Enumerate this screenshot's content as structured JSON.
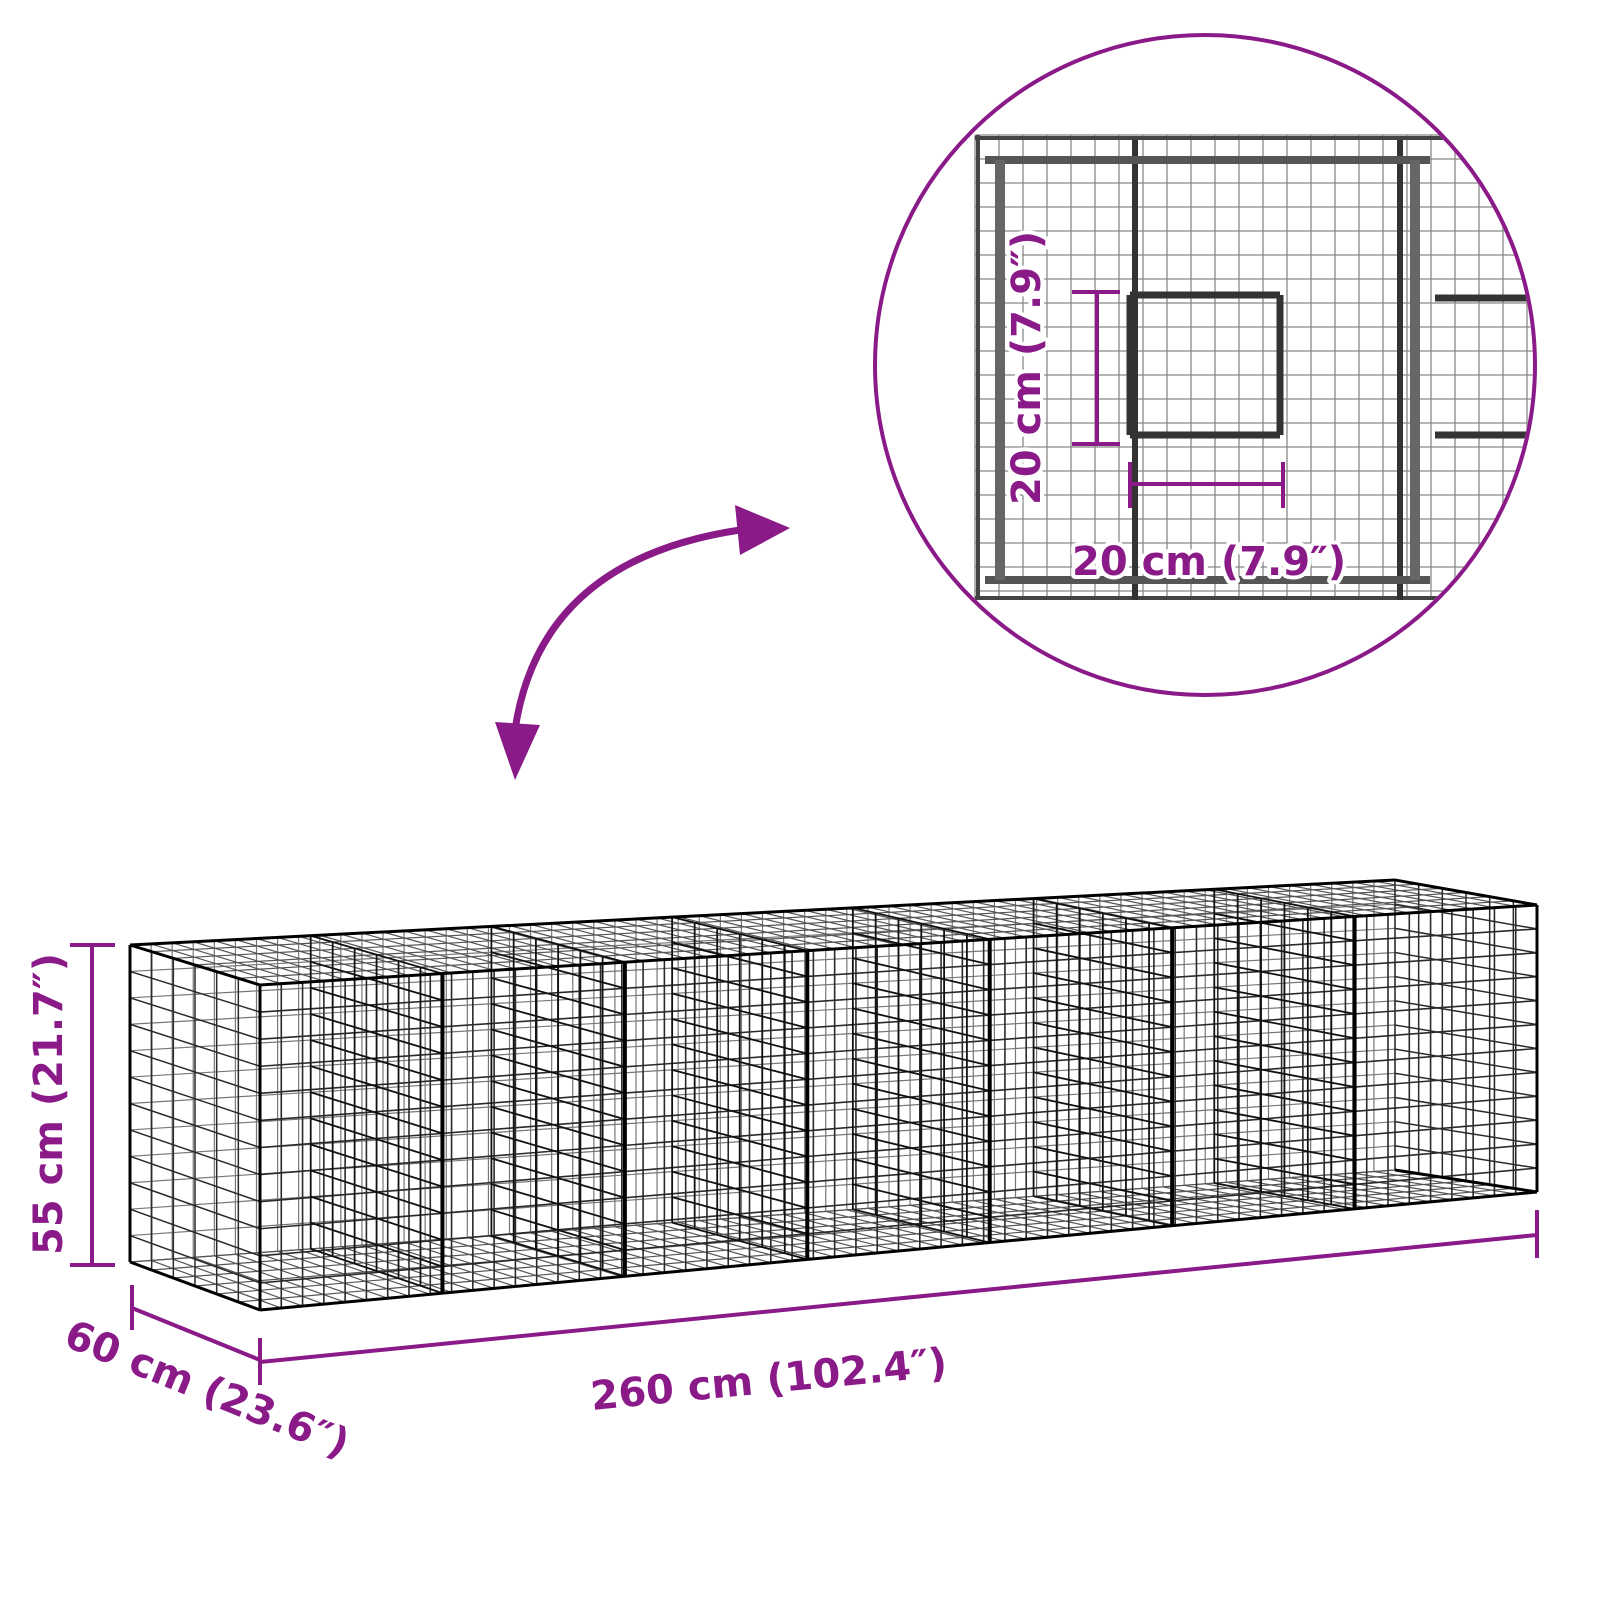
{
  "colors": {
    "accent": "#8b1a89",
    "wire": "#333333"
  },
  "dimensions": {
    "height": "55 cm (21.7″)",
    "depth": "60 cm (23.6″)",
    "length": "260 cm (102.4″)"
  },
  "detail": {
    "mesh_height": "20 cm (7.9″)",
    "mesh_width": "20 cm (7.9″)"
  },
  "icons": {
    "arrow": "curved-double-arrow-icon"
  }
}
